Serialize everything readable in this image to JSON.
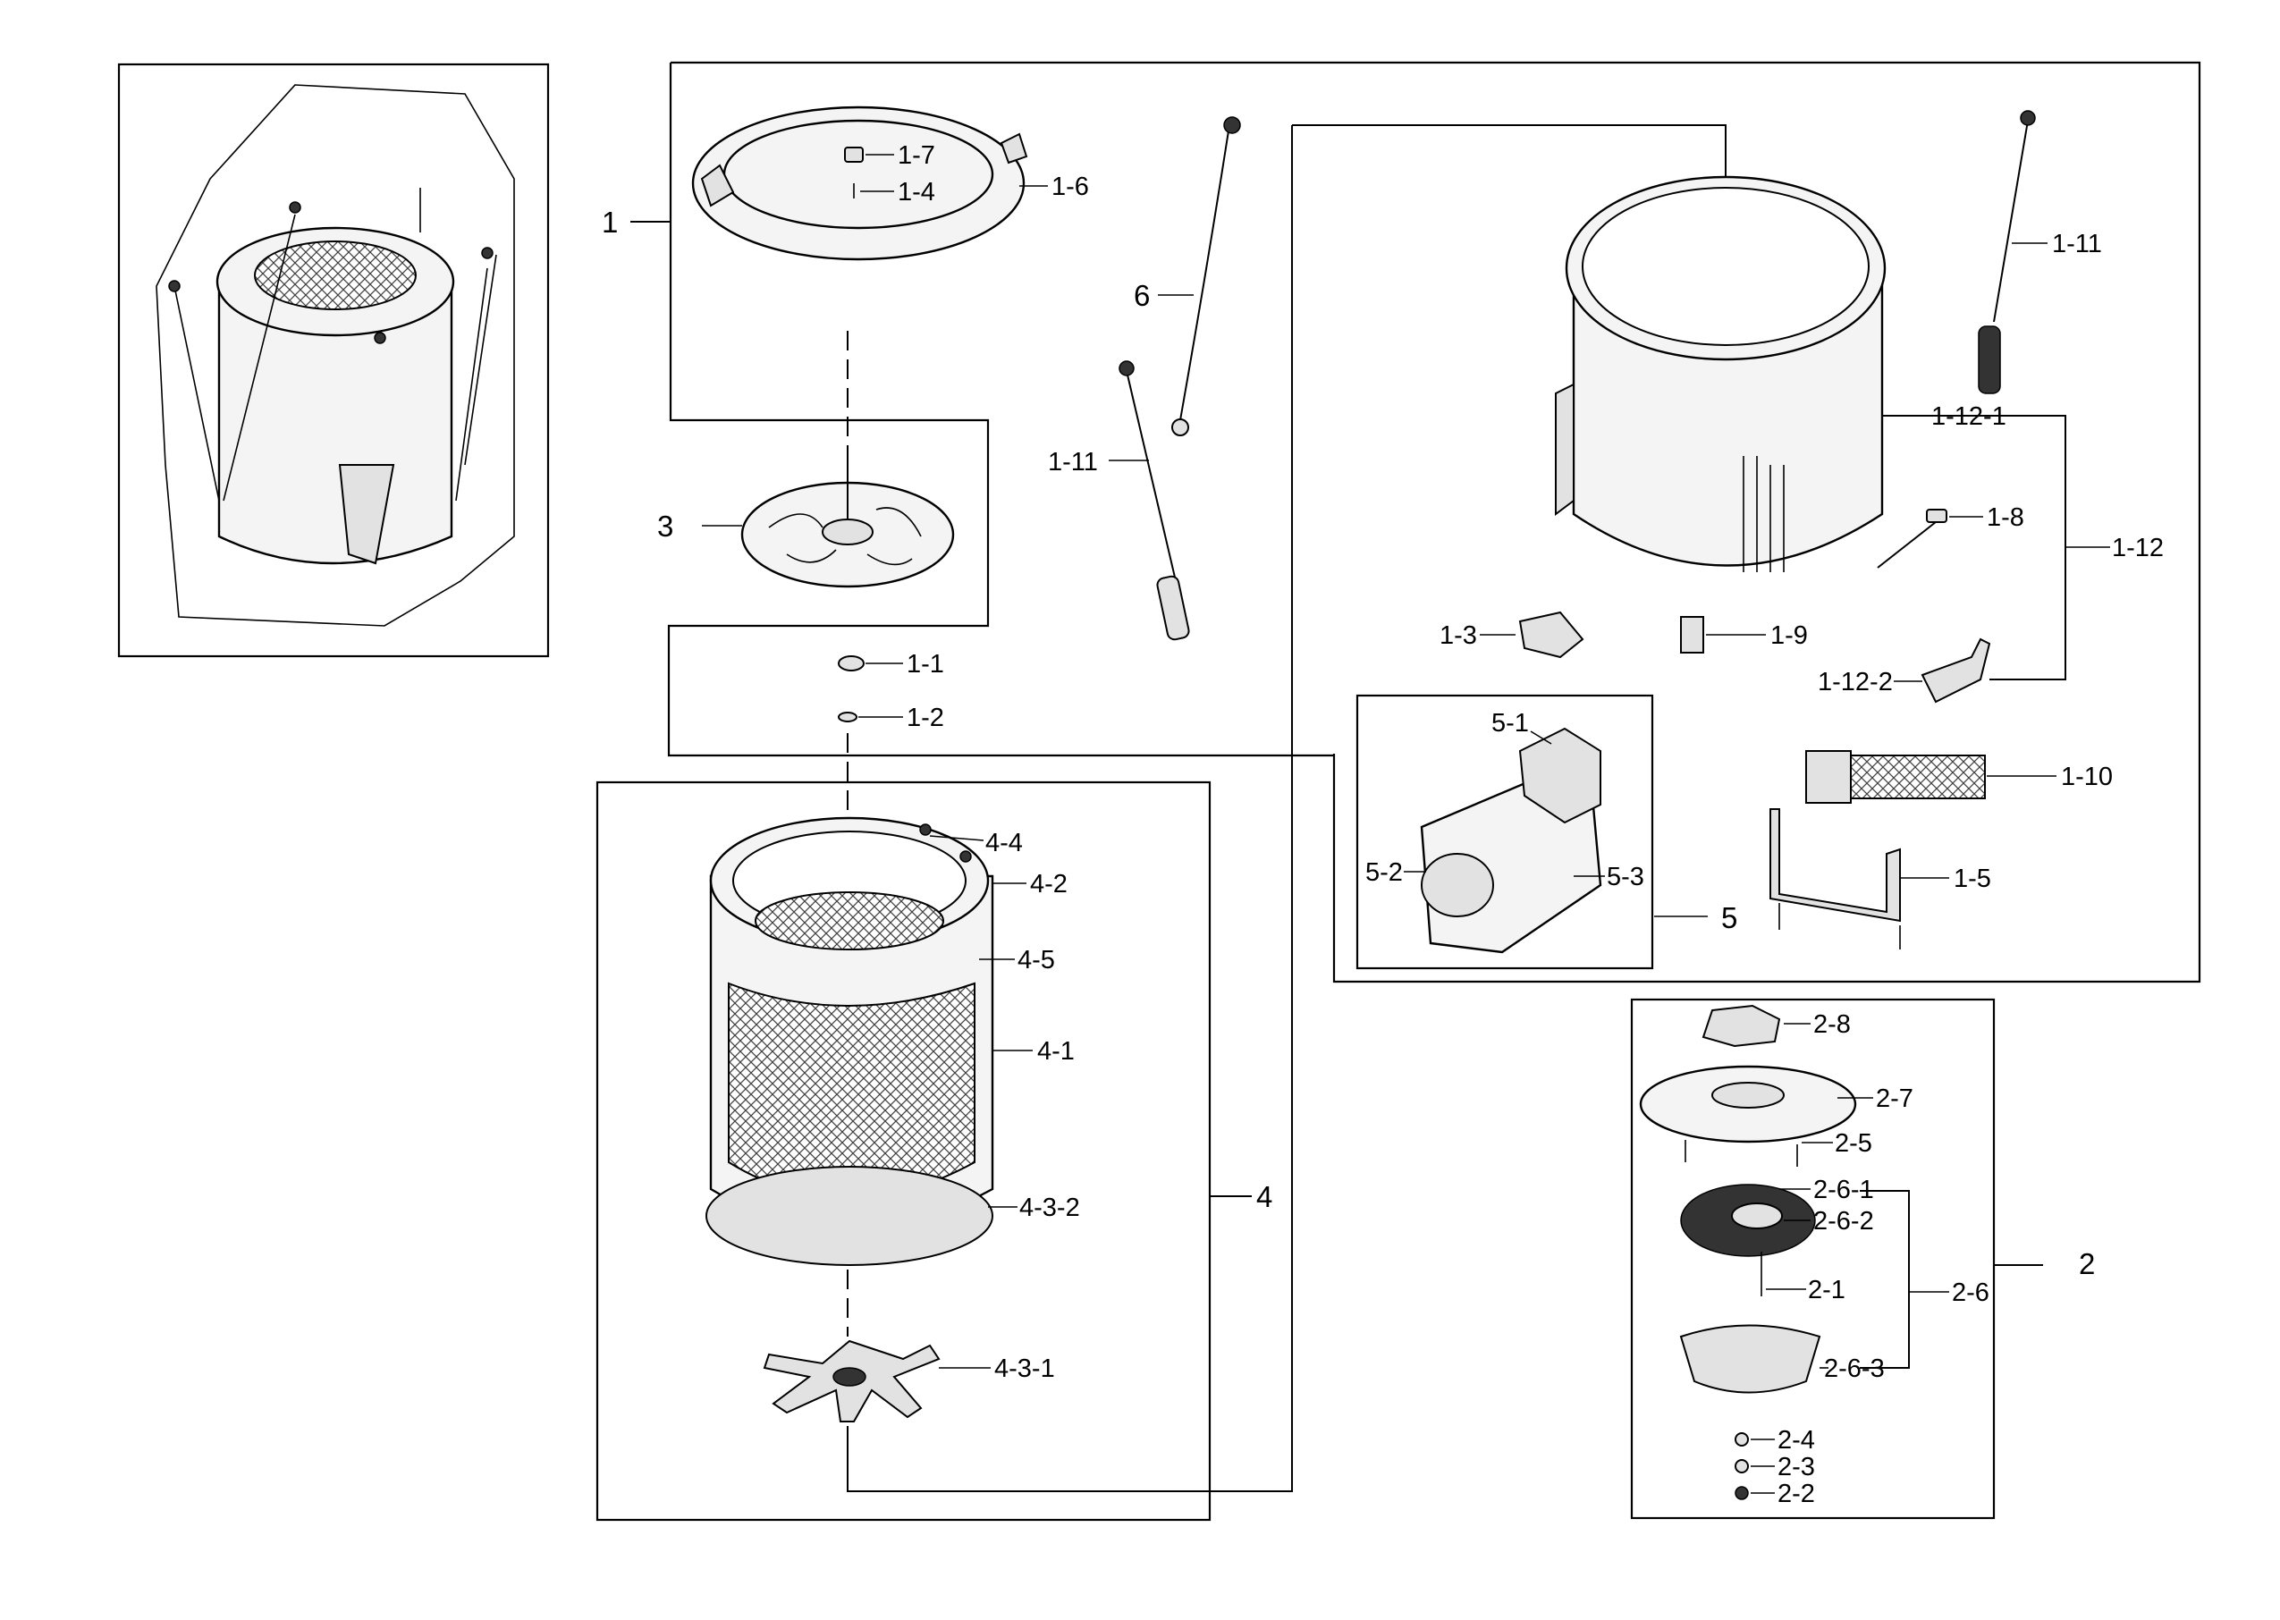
{
  "labels": {
    "l1": "1",
    "l1_1": "1-1",
    "l1_2": "1-2",
    "l1_3": "1-3",
    "l1_4": "1-4",
    "l1_5": "1-5",
    "l1_6": "1-6",
    "l1_7": "1-7",
    "l1_8": "1-8",
    "l1_9": "1-9",
    "l1_10": "1-10",
    "l1_11a": "1-11",
    "l1_11b": "1-11",
    "l1_12": "1-12",
    "l1_12_1": "1-12-1",
    "l1_12_2": "1-12-2",
    "l2": "2",
    "l2_1": "2-1",
    "l2_2": "2-2",
    "l2_3": "2-3",
    "l2_4": "2-4",
    "l2_5": "2-5",
    "l2_6": "2-6",
    "l2_6_1": "2-6-1",
    "l2_6_2": "2-6-2",
    "l2_6_3": "2-6-3",
    "l2_7": "2-7",
    "l2_8": "2-8",
    "l3": "3",
    "l4": "4",
    "l4_1": "4-1",
    "l4_2": "4-2",
    "l4_3_1": "4-3-1",
    "l4_3_2": "4-3-2",
    "l4_4": "4-4",
    "l4_5": "4-5",
    "l5": "5",
    "l5_1": "5-1",
    "l5_2": "5-2",
    "l5_3": "5-3",
    "l6": "6"
  }
}
